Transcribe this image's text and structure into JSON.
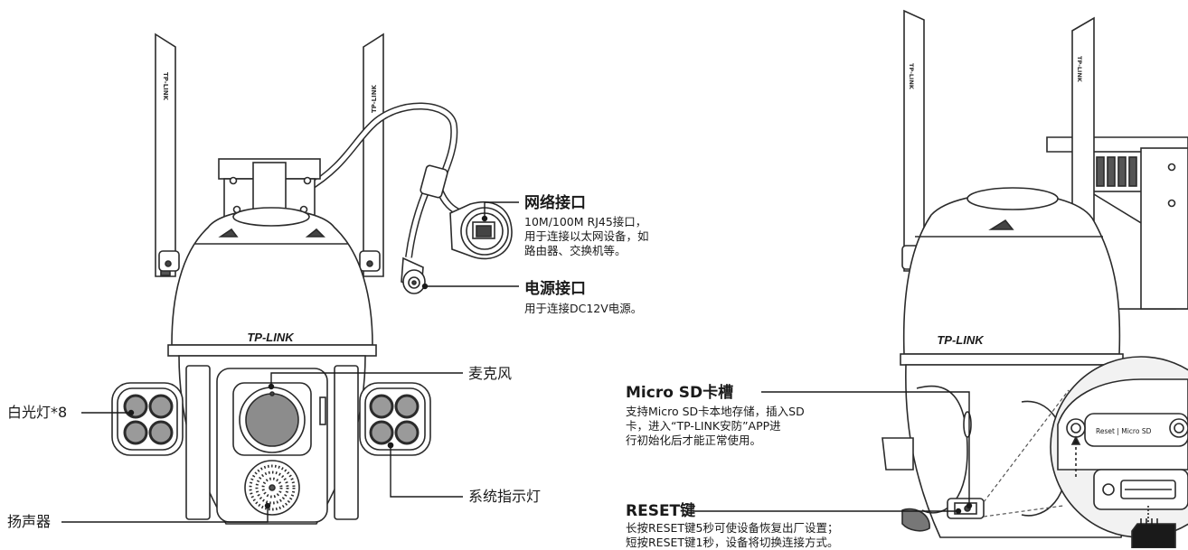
{
  "left_camera": {
    "brand": "TP-LINK",
    "antenna_brand": "TP-LINK",
    "network_port": {
      "title": "网络接口",
      "desc": [
        "10M/100M RJ45接口，",
        "用于连接以太网设备，如",
        "路由器、交换机等。"
      ]
    },
    "power_port": {
      "title": "电源接口",
      "desc": "用于连接DC12V电源。"
    },
    "microphone": "麦克风",
    "white_light": "白光灯*8",
    "speaker": "扬声器",
    "status_light": "系统指示灯"
  },
  "right_camera": {
    "brand": "TP-LINK",
    "antenna_brand": "TP-LINK",
    "sd_slot": {
      "title": "Micro SD卡槽",
      "desc": [
        "支持Micro SD卡本地存储，插入SD",
        "卡，进入“TP-LINK安防”APP进",
        "行初始化后才能正常使用。"
      ]
    },
    "reset": {
      "title": "RESET键",
      "desc": [
        "长按RESET键5秒可使设备恢复出厂设置；",
        "短按RESET键1秒，设备将切换连接方式。"
      ]
    },
    "slot_label": "Reset | Micro SD",
    "card_label": "Micro SD"
  }
}
